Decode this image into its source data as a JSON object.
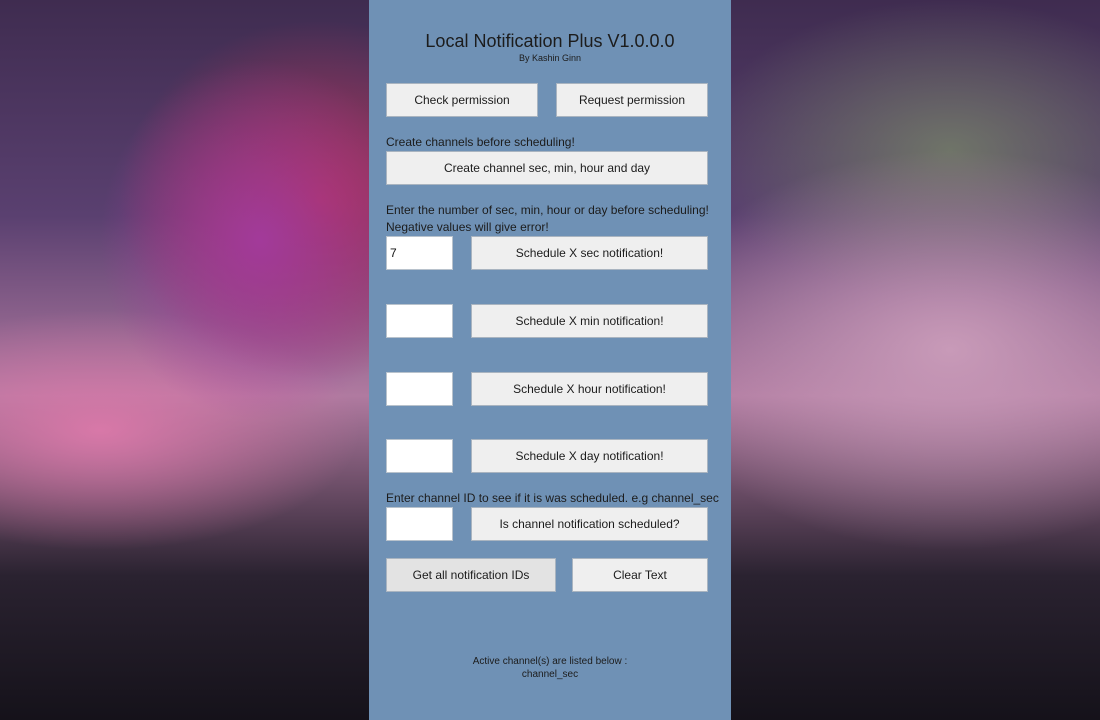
{
  "title": "Local Notification Plus V1.0.0.0",
  "subtitle": "By Kashin Ginn",
  "buttons": {
    "check": "Check permission",
    "request": "Request permission",
    "create": "Create channel sec, min, hour and day",
    "sec": "Schedule X sec notification!",
    "min": "Schedule X min notification!",
    "hour": "Schedule X hour notification!",
    "day": "Schedule X day notification!",
    "is_scheduled": "Is channel notification scheduled?",
    "get_all": "Get all notification IDs",
    "clear": "Clear Text"
  },
  "labels": {
    "create_hint": "Create channels before scheduling!",
    "enter_hint": "Enter the number of sec, min, hour or day before scheduling!",
    "negative_hint": "Negative values will give error!",
    "channel_hint": "Enter channel ID to see if it is was scheduled. e.g channel_sec"
  },
  "inputs": {
    "sec": "7",
    "min": "",
    "hour": "",
    "day": "",
    "channel": ""
  },
  "output": {
    "header": "Active channel(s) are listed below :",
    "channels": "channel_sec"
  }
}
